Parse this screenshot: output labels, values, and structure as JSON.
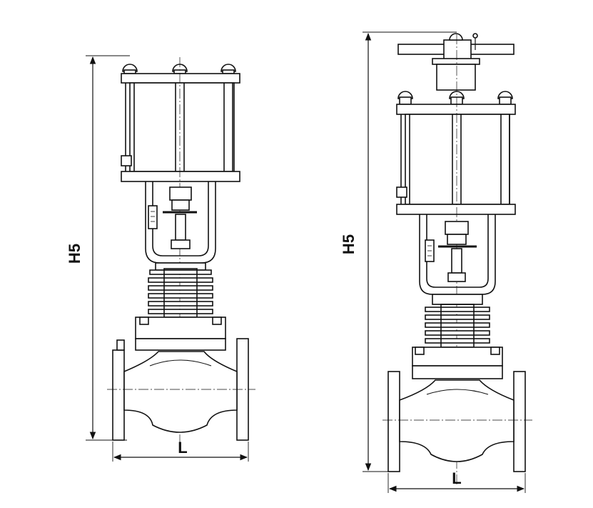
{
  "top_caption": "",
  "left_drawing": {
    "height_label": "H5",
    "length_label": "L"
  },
  "right_drawing": {
    "height_label": "H5",
    "length_label": "L"
  }
}
